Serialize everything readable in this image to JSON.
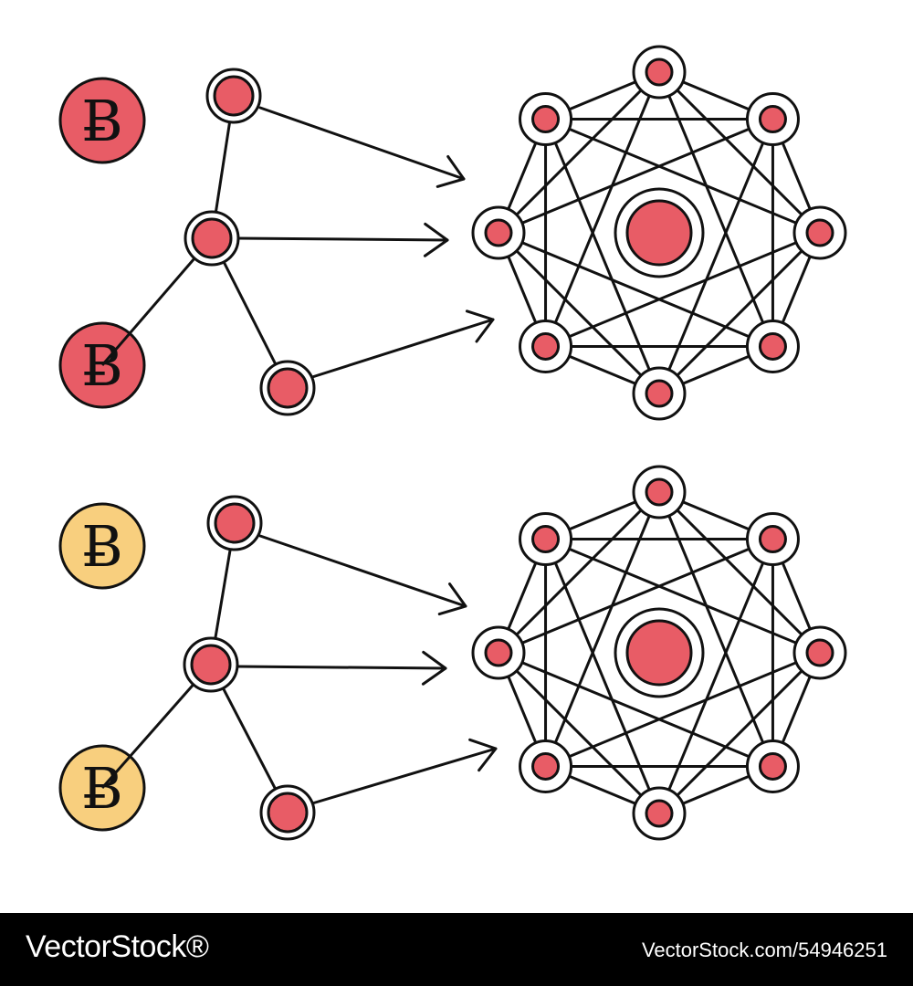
{
  "colors": {
    "coin_red": "#e85c66",
    "coin_gold": "#f8cf7e",
    "node_fill": "#e85c66",
    "ring_fill": "#ffffff",
    "stroke": "#111111"
  },
  "coin_symbol": "Ƀ",
  "diagrams": [
    {
      "id": "top",
      "coin_color": "coin_red"
    },
    {
      "id": "bottom",
      "coin_color": "coin_gold"
    }
  ],
  "footer": {
    "brand": "VectorStock®",
    "image_id": "VectorStock.com/54946251"
  }
}
